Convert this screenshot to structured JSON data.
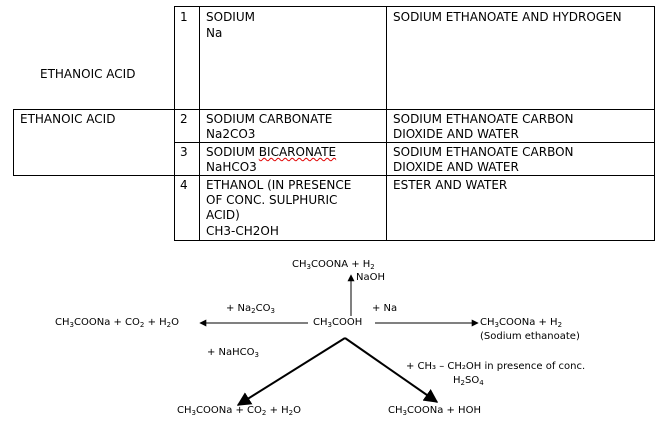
{
  "table": {
    "left_label_top": "ETHANOIC ACID",
    "left_label_row2": "ETHANOIC ACID",
    "rows": [
      {
        "num": "1",
        "reactant": "SODIUM",
        "formula": "Na",
        "product_line1": "SODIUM ETHANOATE AND HYDROGEN",
        "product_line2": ""
      },
      {
        "num": "2",
        "reactant": "SODIUM CARBONATE",
        "formula": "Na2CO3",
        "product_line1": "SODIUM ETHANOATE CARBON",
        "product_line2": "DIOXIDE AND WATER"
      },
      {
        "num": "3",
        "reactant": "SODIUM BICARONATE",
        "formula": "NaHCO3",
        "product_line1": "SODIUM ETHANOATE CARBON",
        "product_line2": "DIOXIDE AND WATER"
      },
      {
        "num": "4",
        "reactant_lines": [
          "ETHANOL (IN PRESENCE",
          "OF CONC. SULPHURIC",
          "ACID)"
        ],
        "formula": "CH3-CH2OH",
        "product_line1": "ESTER AND WATER",
        "product_line2": ""
      }
    ]
  },
  "diagram": {
    "center": {
      "p1": "CH",
      "s1": "3",
      "p2": "COOH"
    },
    "top_product": {
      "p1": "CH",
      "s1": "3",
      "p2": "COONA + H",
      "s2": "2"
    },
    "top_reagent": "NaOH",
    "left_reagent": {
      "p1": "+ Na",
      "s1": "2",
      "p2": "CO",
      "s2": "3"
    },
    "left_product": {
      "p1": "CH",
      "s1": "3",
      "p2": "COONa + CO",
      "s2": "2",
      "p3": " + H",
      "s3": "2",
      "p4": "O"
    },
    "right_reagent": "+ Na",
    "right_product": {
      "p1": "CH",
      "s1": "3",
      "p2": "COONa + H",
      "s2": "2"
    },
    "right_product_note": "(Sodium ethanoate)",
    "bottom_left_reagent": {
      "p1": "+ NaHCO",
      "s1": "3"
    },
    "bottom_left_product": {
      "p1": "CH",
      "s1": "3",
      "p2": "COONa + CO",
      "s2": "2",
      "p3": " + H",
      "s3": "2",
      "p4": "O"
    },
    "bottom_right_reagent_line1": "+ CH₃ – CH₂OH in presence of conc.",
    "bottom_right_reagent_line2": {
      "p1": "H",
      "s1": "2",
      "p2": "SO",
      "s2": "4"
    },
    "bottom_right_product": {
      "p1": "CH",
      "s1": "3",
      "p2": "COONa + HOH"
    }
  }
}
